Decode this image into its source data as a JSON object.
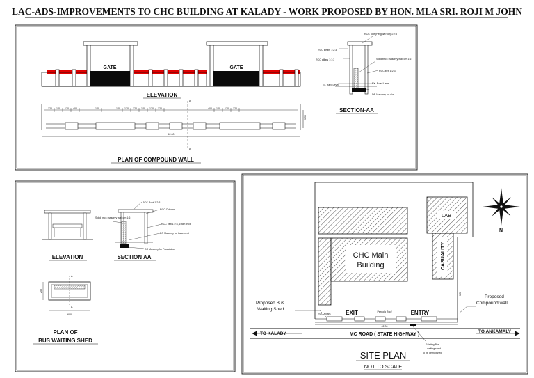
{
  "title": "LAC-ADS-IMPROVEMENTS TO CHC BUILDING AT KALADY - WORK PROPOSED BY HON. MLA SRI. ROJI M JOHN",
  "panel_top": {
    "gate_left": "GATE",
    "gate_right": "GATE",
    "elevation_title": "ELEVATION",
    "plan_title": "PLAN OF COMPOUND WALL",
    "section_title": "SECTION-AA",
    "section_mark": "A",
    "plan_dims": [
      "120",
      "120",
      "120",
      "400",
      "120",
      "120",
      "120",
      "120",
      "120",
      "120",
      "120",
      "400",
      "120",
      "120",
      "120"
    ],
    "overall_dim": "42.00",
    "side_dim": "3.50",
    "section_notes": {
      "rcc_roof": "RCC roof (Pergola roof) 1:2:3",
      "rcc_beam": "RCC Beam 1:2:3",
      "rcc_pillars": "RCC pillars 1:1:3",
      "brick": "Solid brick masonry wall cm 1:6",
      "rcc_belt": "RCC belt 1:2:3",
      "ex_road": "EX. Road Level",
      "ex_yard": "Ex. Yard Level",
      "dr_masonry": "DR Masonry for c/w"
    }
  },
  "panel_bus": {
    "elevation_title": "ELEVATION",
    "section_title": "SECTION AA",
    "plan_title_1": "PLAN OF",
    "plan_title_2": "BUS WAITING SHED",
    "section_mark": "A",
    "plan_dim": "600",
    "side_dim": "250",
    "notes": {
      "rcc_roof": "RCC Roof 1:2:3",
      "rcc_column": "RCC Column",
      "brick": "Solid brick masonry wall cm 1:6",
      "rcc_belt": "RCC belt 1:2:3, 10cm thick",
      "dr_basement": "DR Masonry for basement",
      "dr_foundation": "DR Masonry for Foundation"
    }
  },
  "panel_site": {
    "main_building": [
      "CHC Main",
      "Building"
    ],
    "lab": "LAB",
    "casualty": "CASUALITY",
    "exit": "EXIT",
    "entry": "ENTRY",
    "pergola": "Pergola Roof",
    "rcc_pillars": "RCC Pillars",
    "length_dim": "42.00",
    "side_dim": "3.5",
    "proposed_bus": [
      "Proposed Bus",
      "Waiting Shed"
    ],
    "proposed_wall": [
      "Proposed",
      "Compound wall"
    ],
    "existing_bus": [
      "Existing Bus",
      "waiting shed",
      "to be demolished"
    ],
    "road_left": "TO KALADY",
    "road_middle": "MC ROAD ( STATE HIGHWAY )",
    "road_right": "TO ANKAMALY",
    "site_plan_title": "SITE PLAN",
    "scale_note": "NOT TO SCALE",
    "north_label": "N"
  },
  "colors": {
    "ink": "#111111",
    "red_band": "#e00000",
    "hatch": "#555555",
    "fill_dark": "#0a0a0a"
  }
}
